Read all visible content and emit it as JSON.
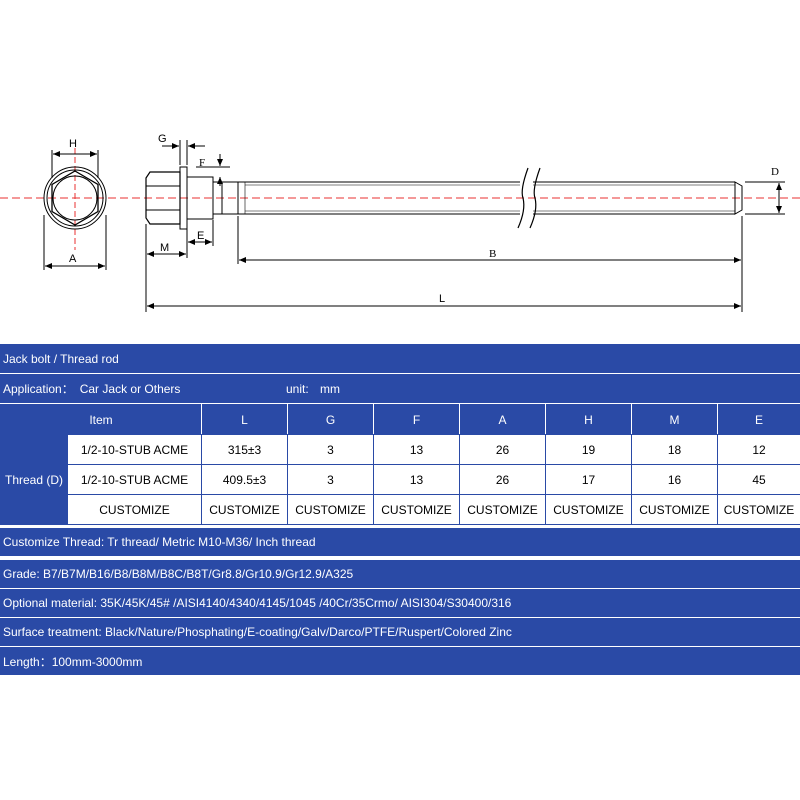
{
  "drawing": {
    "labels": {
      "H": "H",
      "A": "A",
      "G": "G",
      "F": "F",
      "M": "M",
      "E": "E",
      "B": "B",
      "L": "L",
      "D": "D"
    }
  },
  "spec": {
    "title": "Jack bolt / Thread rod",
    "application_label": "Application：",
    "application_value": "Car Jack or Others",
    "unit_label": "unit:",
    "unit_value": "mm",
    "columns": [
      "Item",
      "L",
      "G",
      "F",
      "A",
      "H",
      "M",
      "E"
    ],
    "row_header": "Thread (D)",
    "rows": [
      [
        "1/2-10-STUB ACME",
        "315±3",
        "3",
        "13",
        "26",
        "19",
        "18",
        "12"
      ],
      [
        "1/2-10-STUB ACME",
        "409.5±3",
        "3",
        "13",
        "26",
        "17",
        "16",
        "45"
      ],
      [
        "CUSTOMIZE",
        "CUSTOMIZE",
        "CUSTOMIZE",
        "CUSTOMIZE",
        "CUSTOMIZE",
        "CUSTOMIZE",
        "CUSTOMIZE",
        "CUSTOMIZE"
      ]
    ],
    "customize_thread": "Customize Thread: Tr thread/ Metric M10-M36/ Inch thread",
    "grade": "Grade: B7/B7M/B16/B8/B8M/B8C/B8T/Gr8.8/Gr10.9/Gr12.9/A325",
    "material": "Optional material: 35K/45K/45# /AISI4140/4340/4145/1045 /40Cr/35Crmo/ AISI304/S30400/316",
    "surface": "Surface treatment: Black/Nature/Phosphating/E-coating/Galv/Darco/PTFE/Ruspert/Colored Zinc",
    "length": "Length：100mm-3000mm"
  },
  "colors": {
    "band": "#2a4aa6",
    "centerline": "#e83030"
  }
}
